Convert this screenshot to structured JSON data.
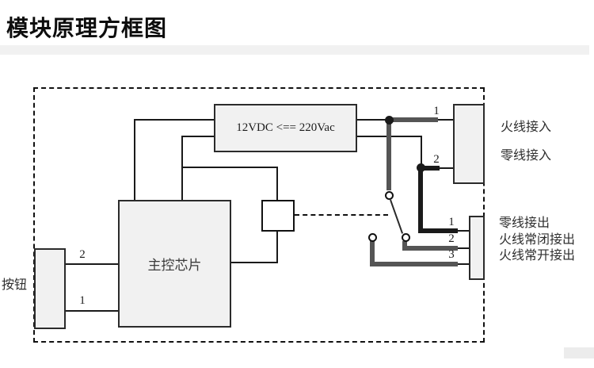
{
  "title": "模块原理方框图",
  "colors": {
    "wire_black": "#1a1a1a",
    "wire_gray": "#555555",
    "box_fill": "#f1f1f1"
  },
  "blocks": {
    "power": {
      "label": "12VDC <== 220Vac"
    },
    "mcu": {
      "label": "主控芯片"
    },
    "button": {
      "label": "按钮"
    }
  },
  "terminals": {
    "ac_input": {
      "pins": [
        {
          "num": "1",
          "label": "火线接入"
        },
        {
          "num": "2",
          "label": "零线接入"
        }
      ]
    },
    "output": {
      "pins": [
        {
          "num": "1",
          "label": "零线接出"
        },
        {
          "num": "2",
          "label": "火线常闭接出"
        },
        {
          "num": "3",
          "label": "火线常开接出"
        }
      ]
    },
    "button": {
      "pins": [
        {
          "num": "2"
        },
        {
          "num": "1"
        }
      ]
    }
  }
}
